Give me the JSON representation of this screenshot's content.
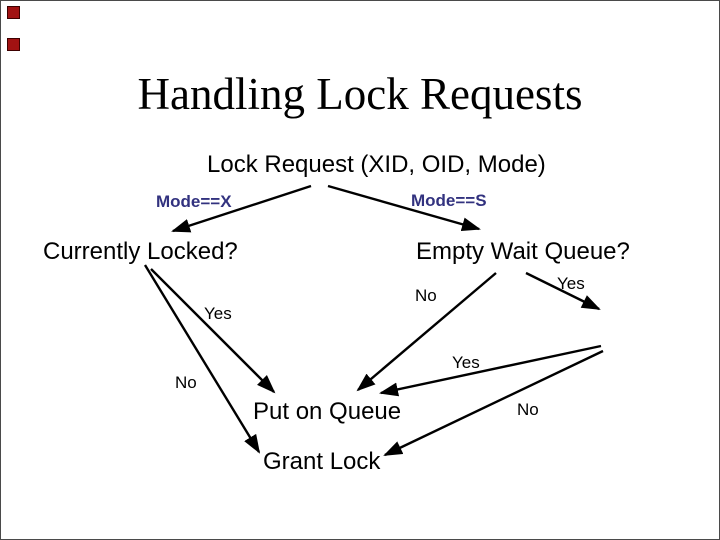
{
  "slide": {
    "title": "Handling Lock Requests",
    "nodes": {
      "lock_request": "Lock Request (XID, OID, Mode)",
      "mode_x": "Mode==X",
      "mode_s": "Mode==S",
      "currently_locked": "Currently Locked?",
      "empty_wait_queue": "Empty Wait Queue?",
      "put_on_queue": "Put on Queue",
      "grant_lock": "Grant Lock"
    },
    "edge_labels": {
      "currently_locked_yes": "Yes",
      "currently_locked_no": "No",
      "empty_wait_queue_no": "No",
      "empty_wait_queue_yes": "Yes",
      "branch_yes": "Yes",
      "branch_no": "No"
    },
    "colors": {
      "mode_label_text": "#32327F",
      "body_text": "#000000",
      "arrow": "#000000",
      "corner_marker": "#A11212",
      "background": "#FFFFFF"
    }
  }
}
